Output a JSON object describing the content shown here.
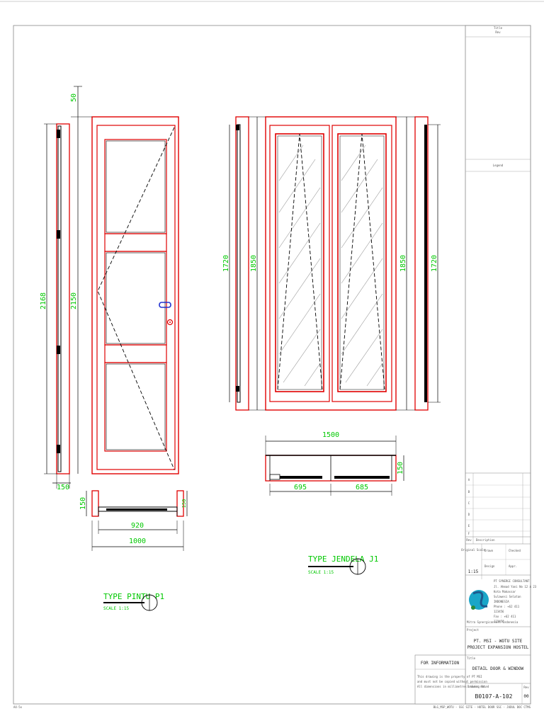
{
  "drawing": {
    "door": {
      "label": "TYPE PINTU P1",
      "scale": "SCALE 1:15",
      "dims": {
        "top_gap": "50",
        "overall_height": "2168",
        "leaf_height": "2150",
        "side_depth": "150",
        "plan_depth": "150",
        "plan_depth_right": "150",
        "leaf_width": "920",
        "overall_width": "1000"
      }
    },
    "window": {
      "label": "TYPE JENDELA J1",
      "scale": "SCALE 1:15",
      "dims": {
        "left_inner_height": "1720",
        "left_outer_height": "1850",
        "right_outer_height": "1850",
        "right_inner_height": "1720",
        "overall_width": "1500",
        "plan_depth": "150",
        "left_pane_width": "695",
        "right_pane_width": "685"
      }
    },
    "footer_left": "A4-5x",
    "footer_right": "BLG_MSP_WOTU - SSC SITE - HOTEL DOOR SSC - JUDUL DOC CTMS"
  },
  "title_block": {
    "top_labels": [
      "Title",
      "Rev"
    ],
    "legend_label": "Legend",
    "revision_rows": [
      "A",
      "B",
      "C",
      "D",
      "E",
      "F"
    ],
    "revision_header": [
      "Rev",
      "Description"
    ],
    "scale_label": "Original Scale",
    "scale_value": "1:15",
    "sign_cells": [
      "Drawn",
      "Checked",
      "Design",
      "Appr."
    ],
    "company_title": "PT SYNERGI CONSULTANT",
    "company_lines": [
      "Jl. Ahmad Yani No 12 A 23",
      "Kota Makassar",
      "Sulawesi Selatan",
      "INDONESIA",
      "Phone : +62 411",
      "123456",
      "Fax : +62 411",
      "123456"
    ],
    "company_caption": "Mitra Synergiconsult Indonesia",
    "project_label": "Project",
    "project_line1": "PT. MSI - WOTU SITE",
    "project_line2": "PROJECT EXPANSION HOSTEL",
    "title_label": "Title",
    "drawing_title": "DETAIL DOOR & WINDOW",
    "status": "FOR INFORMATION",
    "status_notes": [
      "This drawing is the property of PT MSI",
      "and must not be copied without permission",
      "All dimensions in millimetres unless noted"
    ],
    "drawing_no_label": "Drawing No.",
    "drawing_no": "B0107-A-102",
    "rev_label": "Rev",
    "rev_value": "00"
  },
  "colors": {
    "outline": "#e00000",
    "dimension": "#00c800",
    "linework": "#000000",
    "glass_hatch": "#9a9a9a"
  }
}
